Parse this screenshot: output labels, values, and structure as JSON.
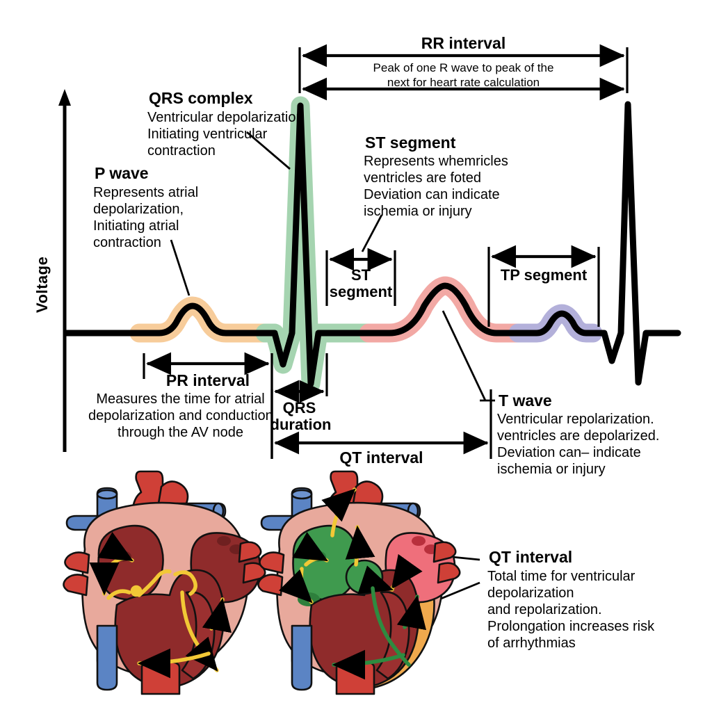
{
  "figure": {
    "kind": "ecg-waveform-annotated-diagram",
    "axis": {
      "y_label": "Voltage"
    }
  },
  "annotations": {
    "rr_interval": {
      "title": "RR interval",
      "desc_line1": "Peak of one R wave to peak of the",
      "desc_line2": "next for heart rate calculation"
    },
    "qrs_complex": {
      "title": "QRS complex",
      "line1": "Ventricular depolarization",
      "line2": "Initiating ventricular",
      "line3": "contraction"
    },
    "p_wave": {
      "title": "P wave",
      "line1": "Represents atrial",
      "line2": "depolarization,",
      "line3": "Initiating atrial",
      "line4": "contraction"
    },
    "st_segment_note": {
      "title": "ST segment",
      "line1": "Represents whemricles",
      "line2": "ventricles are foted",
      "line3": "Deviation can indicate",
      "line4": "ischemia or injury"
    },
    "st_segment_bracket": {
      "line1": "ST",
      "line2": "segment"
    },
    "tp_segment_bracket": {
      "label": "TP segment"
    },
    "pr_interval": {
      "title": "PR interval",
      "line1": "Measures the time for atrial",
      "line2": "depolarization and conduction",
      "line3": "through the AV node"
    },
    "qrs_duration": {
      "line1": "QRS",
      "line2": "duration"
    },
    "qt_interval_bracket": {
      "label": "QT interval"
    },
    "t_wave": {
      "title": "T wave",
      "line1": "Ventricular repolarization.",
      "line2": "ventricles are depolarized.",
      "line3": "Deviation can– indicate",
      "line4": "ischemia or injury"
    },
    "qt_interval_heart": {
      "title": "QT interval",
      "line1": "Total time for ventricular",
      "line2": "depolarization",
      "line3": "and repolarization.",
      "line4": "Prolongation increases risk",
      "line5": "of arrhythmias"
    }
  },
  "colors": {
    "trace": "#000000",
    "p_wave_highlight": "#f7cc9a",
    "qrs_highlight": "#a5d4b0",
    "t_wave_highlight": "#f2a8a4",
    "tp_highlight": "#b3b0da",
    "heart_muscle": "#9b2f2f",
    "heart_wall": "#e8a99c",
    "artery_red": "#cf4037",
    "vein_blue": "#5b84c4",
    "arrow_yellow": "#f2c836",
    "green_chamber": "#3f9a4e",
    "orange_chamber": "#f0a94d",
    "pink_chamber": "#ef6f7b"
  },
  "chart_data": {
    "type": "line",
    "title": "",
    "xlabel": "",
    "ylabel": "Voltage",
    "series_name": "ECG trace",
    "waves": [
      {
        "name": "P wave",
        "highlight": "#f7cc9a"
      },
      {
        "name": "QRS complex",
        "highlight": "#a5d4b0"
      },
      {
        "name": "T wave",
        "highlight": "#f2a8a4"
      },
      {
        "name": "TP segment / next P",
        "highlight": "#b3b0da"
      },
      {
        "name": "next QRS complex",
        "highlight": "none"
      }
    ],
    "intervals": [
      "RR interval",
      "PR interval",
      "QRS duration",
      "ST segment",
      "TP segment",
      "QT interval"
    ]
  }
}
